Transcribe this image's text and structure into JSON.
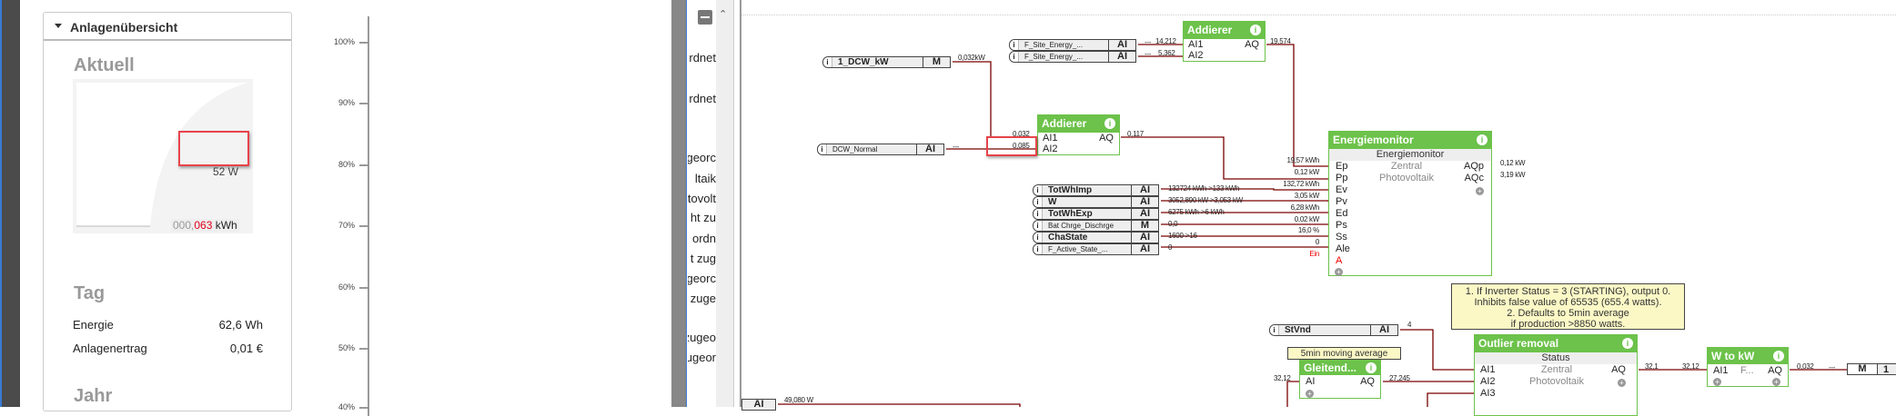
{
  "overview": {
    "title": "Anlagenübersicht",
    "current": "Aktuell",
    "power": "52 W",
    "counter_gray": "000,",
    "counter_red": "063",
    "counter_unit": "kWh",
    "day": "Tag",
    "energy_label": "Energie",
    "energy_value": "62,6 Wh",
    "yield_label": "Anlagenertrag",
    "yield_value": "0,01 €",
    "year": "Jahr"
  },
  "chart_axis": {
    "ticks": [
      "100%",
      "90%",
      "80%",
      "70%",
      "60%",
      "50%",
      "40%"
    ]
  },
  "text_column": {
    "lines": [
      "rdnet",
      "rdnet",
      "georc",
      "ltaik",
      "tovolt",
      "ht zu",
      "ordn",
      "t zug",
      "georc",
      "zuge",
      "zugeo",
      "ugeor"
    ]
  },
  "diagram": {
    "dcw_kw": {
      "name": "1_DCW_kW",
      "type": "M",
      "out": "0,032kW"
    },
    "dcw_normal": {
      "name": "DCW_Normal",
      "type": "AI",
      "out": "---"
    },
    "site1": {
      "name": "F_Site_Energy_...",
      "type": "AI",
      "out": "---",
      "val": "14,212"
    },
    "site2": {
      "name": "F_Site_Energy_...",
      "type": "AI",
      "out": "---",
      "val": "5,362"
    },
    "add1": {
      "title": "Addierer",
      "in1": "AI1",
      "in2": "AI2",
      "out": "AQ",
      "out_val": "19,574"
    },
    "add2": {
      "title": "Addierer",
      "in1": "AI1",
      "in2": "AI2",
      "out": "AQ",
      "in1_val": "0,032",
      "in2_val": "0,085",
      "out_val": "0,117"
    },
    "inputs": [
      {
        "name": "TotWhImp",
        "type": "AI",
        "val": "132724 kWh->133 kWh"
      },
      {
        "name": "W",
        "type": "AI",
        "val": "3052,890 kW->3,053 kW"
      },
      {
        "name": "TotWhExp",
        "type": "AI",
        "val": "6275 kWh->6 kWh"
      },
      {
        "name": "Bat Chrge_Dischrge",
        "type": "M",
        "val": "0,0"
      },
      {
        "name": "ChaState",
        "type": "AI",
        "val": "1600->16"
      },
      {
        "name": "F_Active_State_...",
        "type": "AI",
        "val": "0"
      }
    ],
    "emon": {
      "title": "Energiemonitor",
      "subtitle": "Energiemonitor",
      "line1": "Zentral",
      "line2": "Photovoltaik",
      "pins": [
        "Ep",
        "Pp",
        "Ev",
        "Pv",
        "Ed",
        "Ps",
        "Ss",
        "Ale",
        "A"
      ],
      "in_vals": [
        "19,57 kWh",
        "0,12 kW",
        "132,72 kWh",
        "3,05 kW",
        "6,28 kWh",
        "0,02 kW",
        "16,0 %",
        "0",
        "Ein"
      ],
      "out1": "AQp",
      "out2": "AQc",
      "out1_val": "0,12 kW",
      "out2_val": "3,19 kW"
    },
    "note": {
      "lines": [
        "1. If Inverter Status = 3 (STARTING), output 0.",
        "Inhibits false value of 65535 (655.4 watts).",
        "2. Defaults to 5min average",
        "if production >8850 watts."
      ]
    },
    "stvnd": {
      "name": "StVnd",
      "type": "AI",
      "out": "4"
    },
    "moving_label": "5min moving average",
    "gleit": {
      "title": "Gleitend...",
      "in": "AI",
      "out": "AQ",
      "in_val": "32,12",
      "out_val": "27,245"
    },
    "outlier": {
      "title": "Outlier removal",
      "subtitle": "Status",
      "line1": "Zentral",
      "line2": "Photovoltaik",
      "in1": "AI1",
      "in2": "AI2",
      "in3": "AI3",
      "out": "AQ",
      "out_val": "32,1"
    },
    "wtokw": {
      "title": "W to kW",
      "in": "AI1",
      "mid": "F...",
      "out": "AQ",
      "in_val": "32,12",
      "out_val": "0,032"
    },
    "final": {
      "dash": "---",
      "type": "M",
      "name": "1"
    },
    "bottom_ai": {
      "type": "AI",
      "out": "49,080 W"
    }
  },
  "colors": {
    "green": "#6cc24a",
    "wire": "#7a0000",
    "highlight": "#e8434b"
  }
}
